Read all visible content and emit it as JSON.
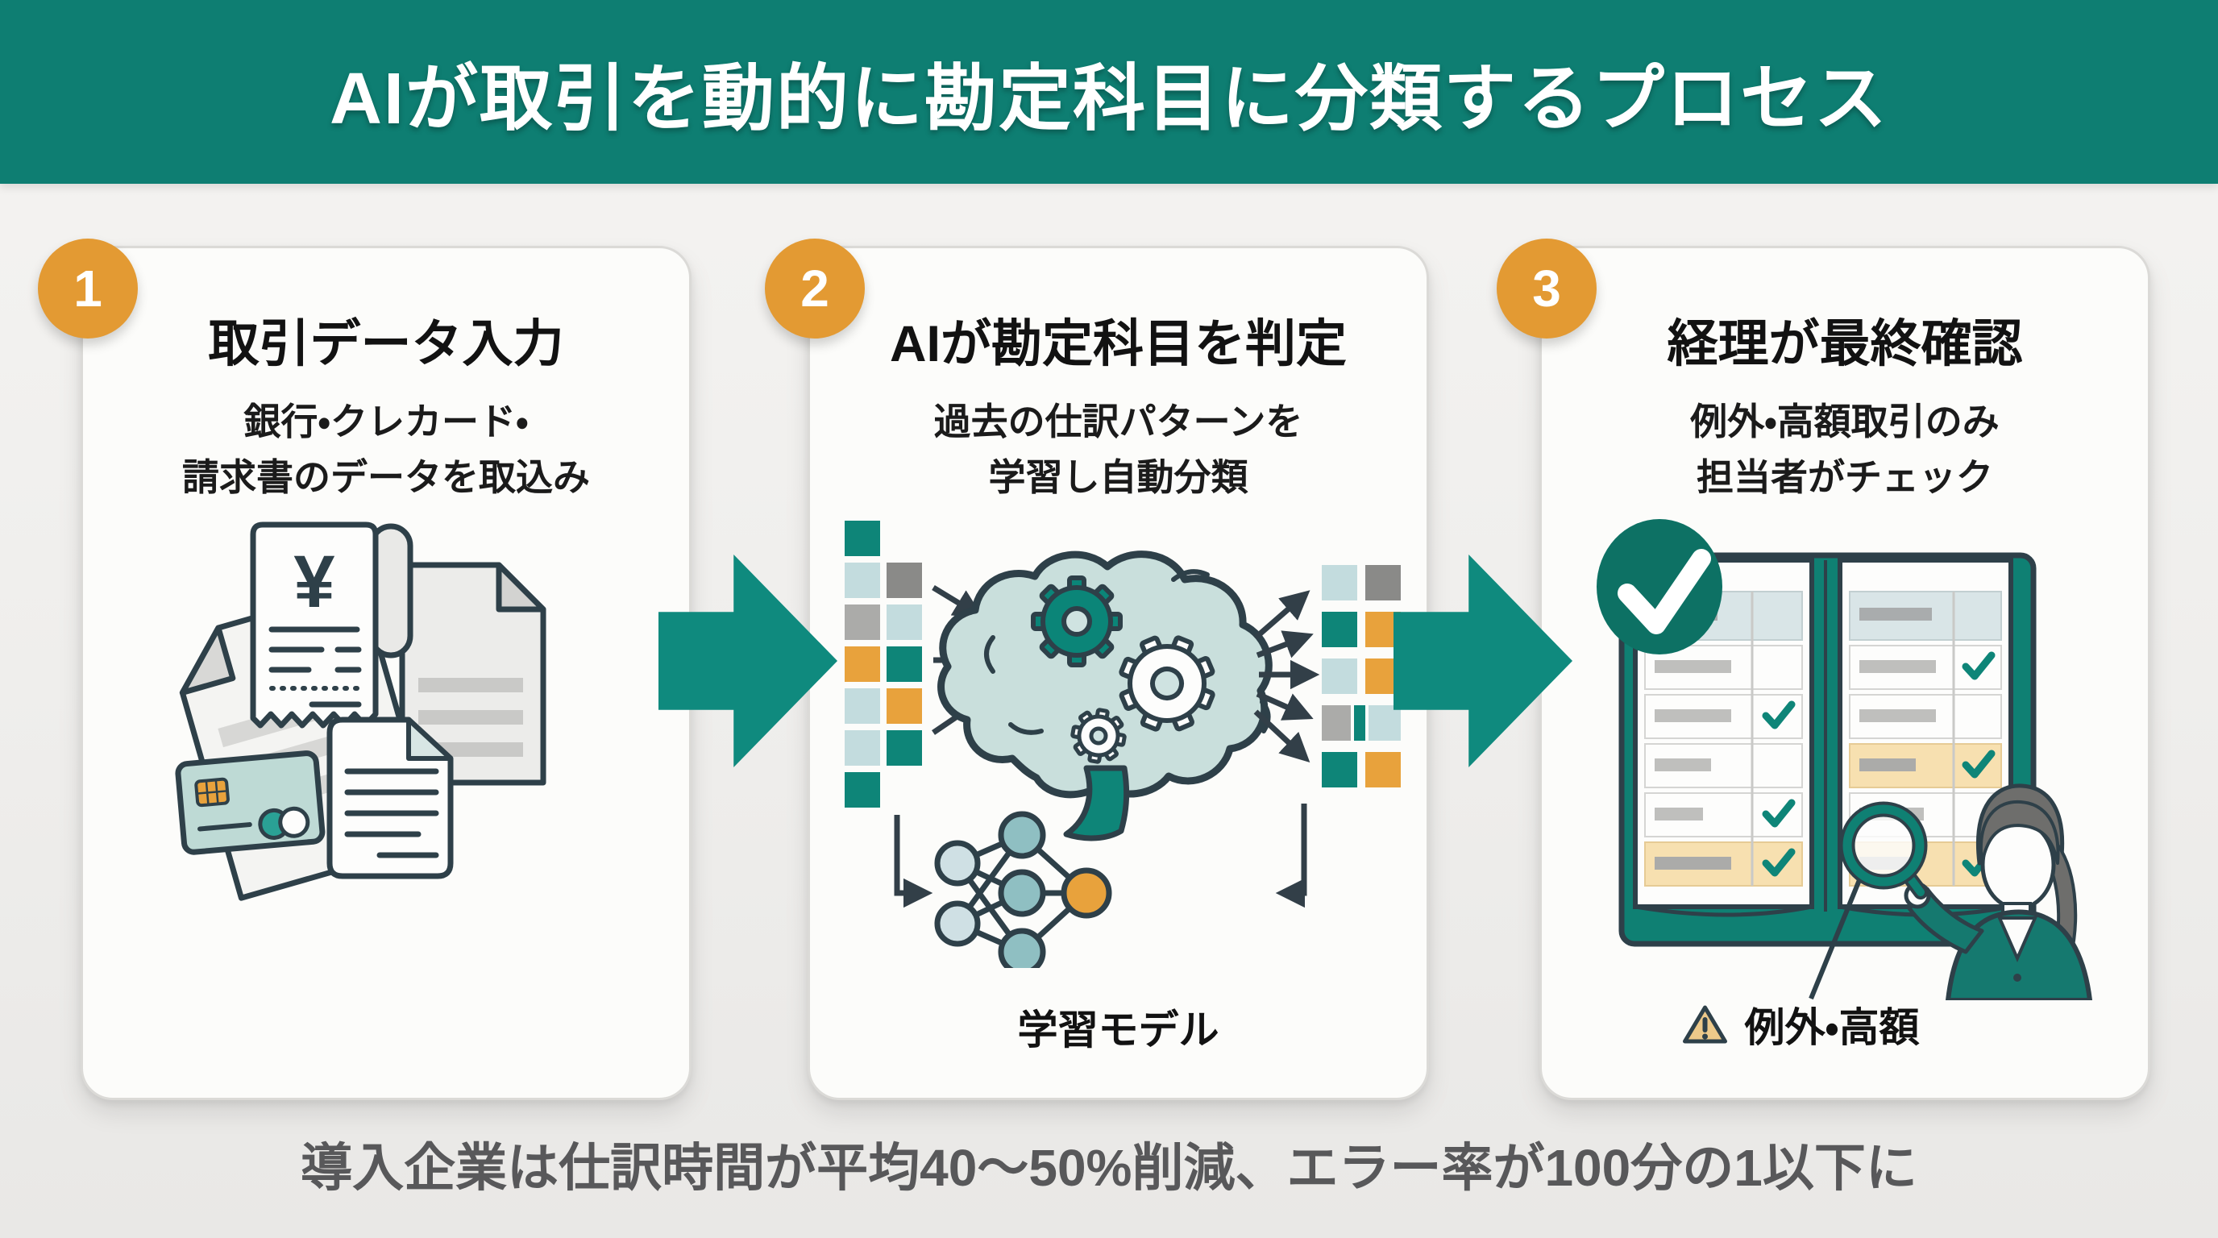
{
  "header": {
    "title": "AIが取引を動的に勘定科目に分類するプロセス"
  },
  "steps": [
    {
      "number": "1",
      "title": "取引データ入力",
      "subtitle1": "銀行・クレカード・",
      "subtitle2": "請求書のデータを取込み",
      "currency_symbol": "¥"
    },
    {
      "number": "2",
      "title": "AIが勘定科目を判定",
      "subtitle1": "過去の仕訳パターンを",
      "subtitle2": "学習し自動分類",
      "model_label": "学習モデル"
    },
    {
      "number": "3",
      "title": "経理が最終確認",
      "subtitle1": "例外・高額取引のみ",
      "subtitle2": "担当者がチェック",
      "caption": "例外・高額"
    }
  ],
  "footer": {
    "text": "導入企業は仕訳時間が平均40〜50%削減、エラー率が100分の1以下に"
  },
  "colors": {
    "header_teal": "#0E7E72",
    "arrow_teal": "#0F8A7E",
    "badge_orange": "#E39A33",
    "accent_teal": "#0E8578",
    "light_teal": "#C3DCDE",
    "accent_orange": "#E8A23C",
    "amber_highlight": "#F7E0B0",
    "ink": "#2E4049",
    "gray": "#9B9B99"
  }
}
